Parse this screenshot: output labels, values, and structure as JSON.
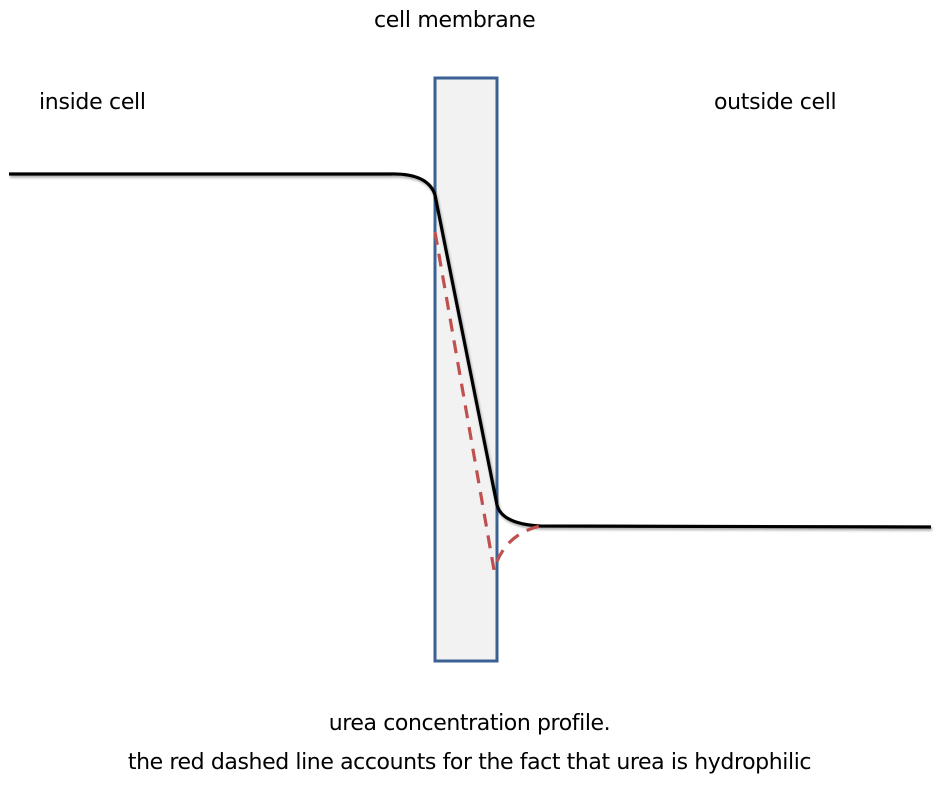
{
  "labels": {
    "membrane": "cell membrane",
    "inside": "inside cell",
    "outside": "outside cell"
  },
  "caption": {
    "line1": "urea concentration profile.",
    "line2": "the red dashed line accounts for the fact that urea is hydrophilic"
  },
  "colors": {
    "membrane_stroke": "#3a6094",
    "membrane_fill": "#f2f2f2",
    "profile": "#000000",
    "hydrophilic_profile": "#c0504d"
  }
}
